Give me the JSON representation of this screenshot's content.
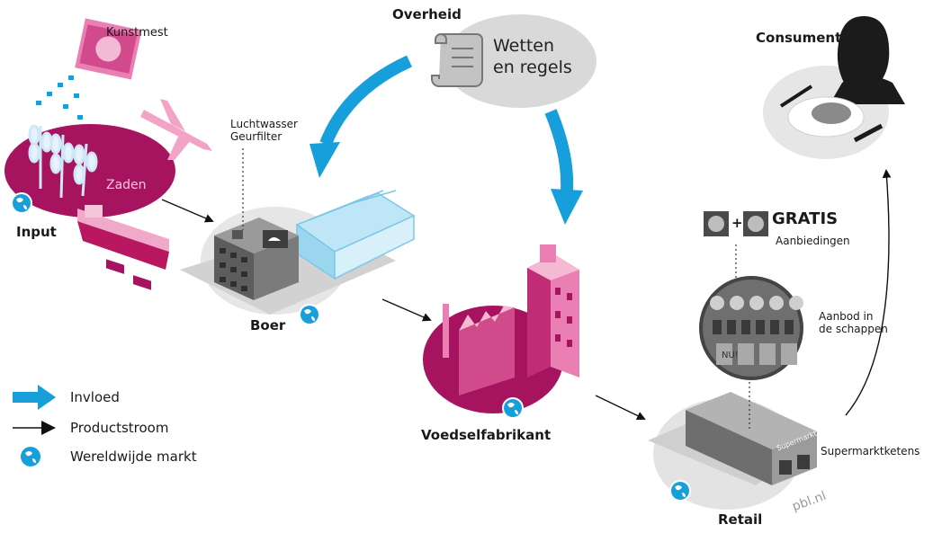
{
  "nodes": {
    "overheid": "Overheid",
    "wetten": [
      "Wetten",
      "en regels"
    ],
    "consument": "Consument",
    "kunstmest": "Kunstmest",
    "zaden": "Zaden",
    "input": "Input",
    "luchtwasser": [
      "Luchtwasser",
      "Geurfilter"
    ],
    "boer": "Boer",
    "voedselfabrikant": "Voedselfabrikant",
    "gratis": "GRATIS",
    "aanbiedingen": "Aanbiedingen",
    "aanbod": [
      "Aanbod in",
      "de schappen"
    ],
    "supermarktketens": "Supermarktketens",
    "supermarkt_sign": "Supermarkt",
    "retail": "Retail",
    "shelf_tag": "NU!",
    "plus": "+"
  },
  "legend": {
    "invloed": "Invloed",
    "productstroom": "Productstroom",
    "wereldwijde_markt": "Wereldwijde markt"
  },
  "watermark": "pbl.nl",
  "colors": {
    "magenta": "#a6135e",
    "blue": "#169fdb",
    "grey": "#d9d9d9",
    "pink": "#e16aa4",
    "light_pink": "#f4b9d3"
  }
}
